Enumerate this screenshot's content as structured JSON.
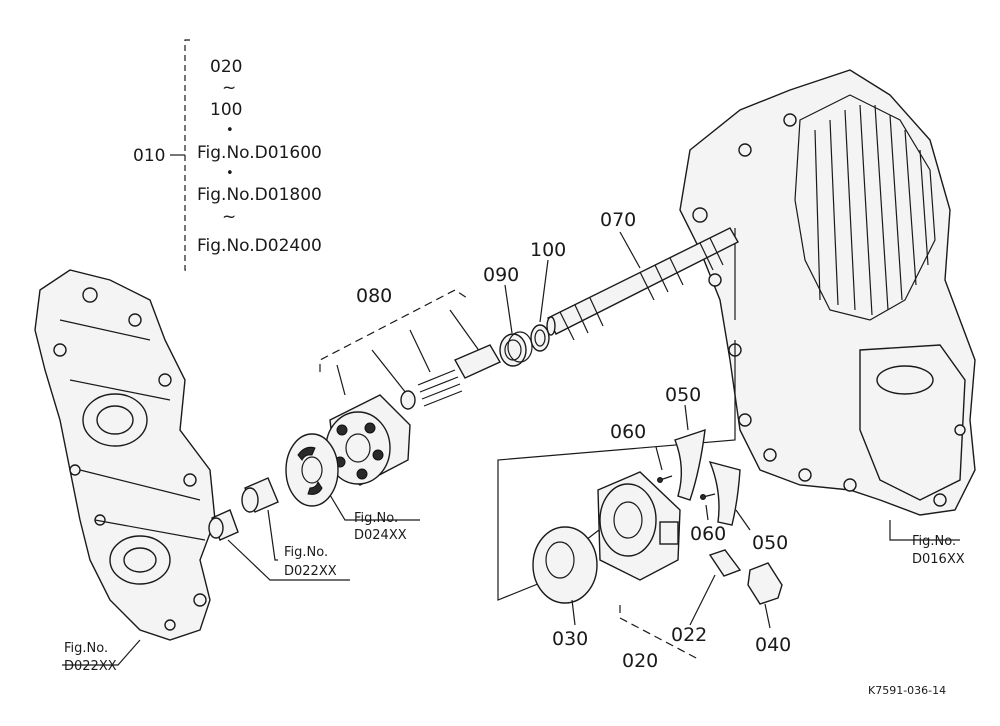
{
  "brace": {
    "label": "010",
    "line_020": "020",
    "tilde_1": "~",
    "line_100": "100",
    "dot_1": "•",
    "fig_1": "Fig.No.D01600",
    "dot_2": "•",
    "fig_2": "Fig.No.D01800",
    "tilde_2": "~",
    "fig_3": "Fig.No.D02400"
  },
  "callouts": {
    "p070": "070",
    "p100": "100",
    "p090": "090",
    "p080": "080",
    "p050_top": "050",
    "p060_top": "060",
    "p060_bottom": "060",
    "p050_bottom": "050",
    "p030": "030",
    "p022": "022",
    "p040": "040",
    "p020": "020"
  },
  "figure_refs": {
    "d024": {
      "line1": "Fig.No.",
      "line2": "D024XX"
    },
    "d022_mid": {
      "line1": "Fig.No.",
      "line2": "D022XX"
    },
    "d022_left": {
      "line1": "Fig.No.",
      "line2": "D022XX"
    },
    "d016": {
      "line1": "Fig.No.",
      "line2": "D016XX"
    }
  },
  "drawing_id": "K7591-036-14"
}
